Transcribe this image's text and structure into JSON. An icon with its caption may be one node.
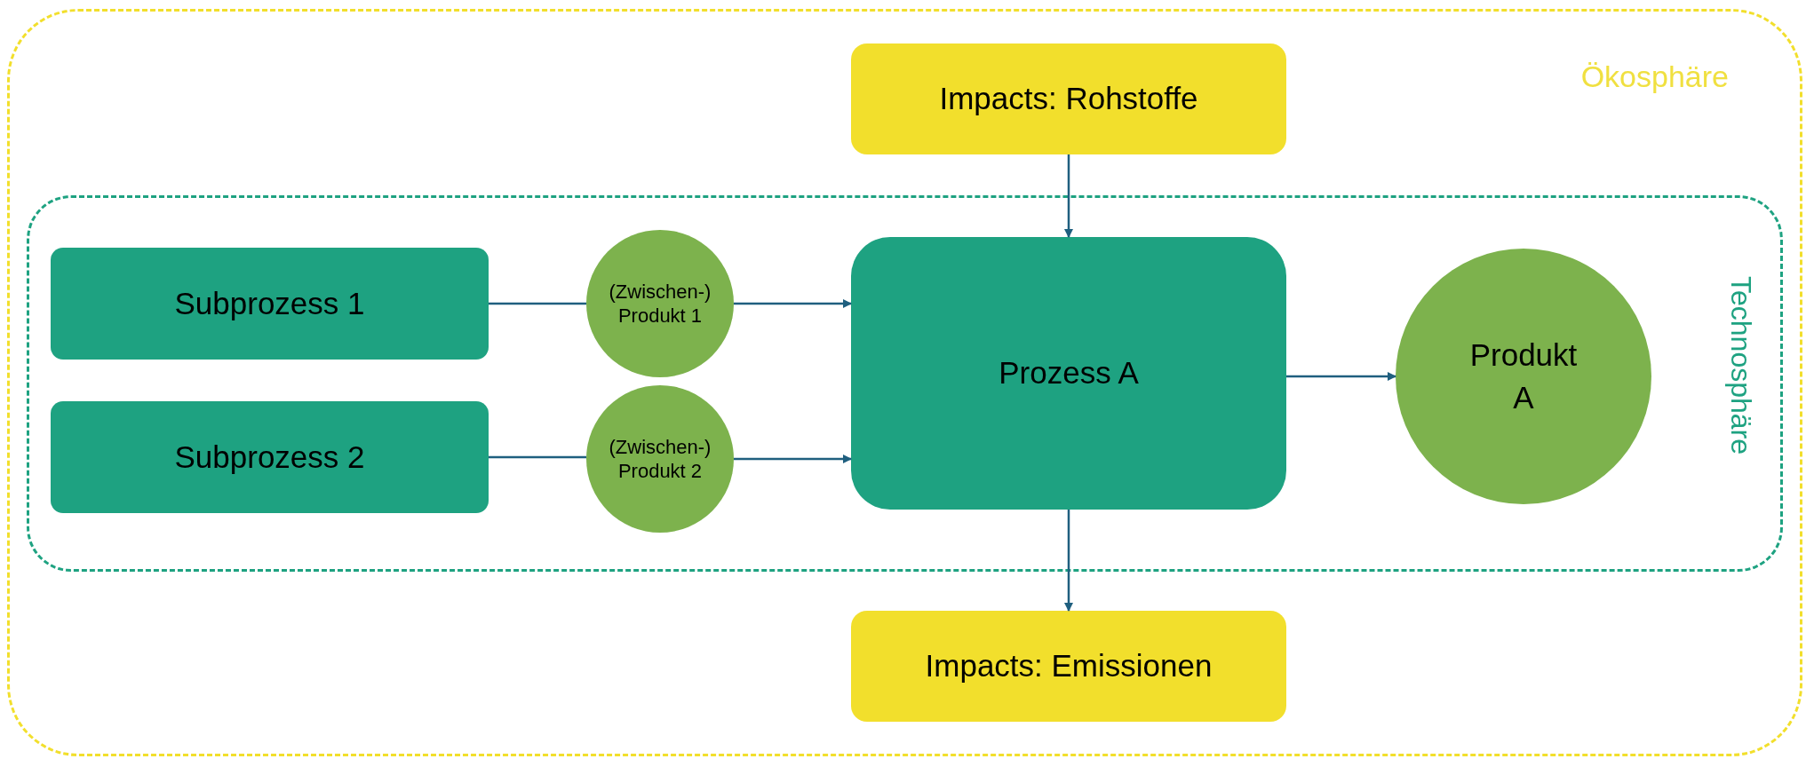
{
  "diagram": {
    "nodes": [
      {
        "text": [
          "Ökosphäre"
        ]
      },
      {
        "text": [
          "Impacts: Rohstoffe"
        ],
        "in": 0
      },
      {
        "text": [
          "Technosphäre"
        ],
        "in": 0
      },
      {
        "text": [
          "Subprozess 1"
        ],
        "in": 2
      },
      {
        "text": [
          "(Zwischen-) Produkt 1"
        ],
        "in": 2
      },
      {
        "text": [
          "Prozess A"
        ],
        "in": 2
      },
      {
        "text": [
          "Produkt A"
        ],
        "in": 2
      },
      {
        "text": [
          "Subprozess 2"
        ],
        "in": 2
      },
      {
        "text": [
          "(Zwischen-) Produkt 2"
        ],
        "in": 2
      },
      {
        "text": [
          "Impacts: Emissionen"
        ],
        "in": 0
      }
    ],
    "edges": [
      {
        "from": 3,
        "to": 4,
        "arrow": "none"
      },
      {
        "from": 4,
        "to": 5,
        "arrow": "to"
      },
      {
        "from": 7,
        "to": 8,
        "arrow": "none"
      },
      {
        "from": 8,
        "to": 5,
        "arrow": "to"
      },
      {
        "from": 1,
        "to": 5,
        "arrow": "to"
      },
      {
        "from": 5,
        "to": 6,
        "arrow": "to"
      },
      {
        "from": 5,
        "to": 9,
        "arrow": "to"
      }
    ]
  }
}
